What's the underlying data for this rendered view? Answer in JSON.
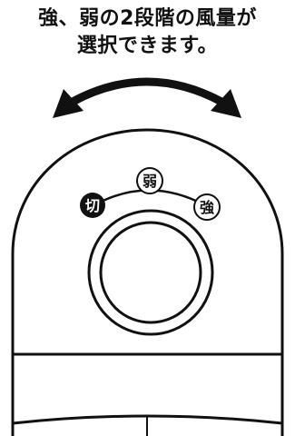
{
  "caption": {
    "line1": "強、弱の2段階の風量が",
    "line2": "選択できます。"
  },
  "dial": {
    "positions": [
      {
        "key": "off",
        "label": "切",
        "active": true
      },
      {
        "key": "low",
        "label": "弱",
        "active": false
      },
      {
        "key": "high",
        "label": "強",
        "active": false
      }
    ]
  },
  "colors": {
    "ink": "#111111",
    "background": "#ffffff"
  },
  "icons": {
    "swing_arrow": "double-headed-curved-arrow-icon"
  }
}
